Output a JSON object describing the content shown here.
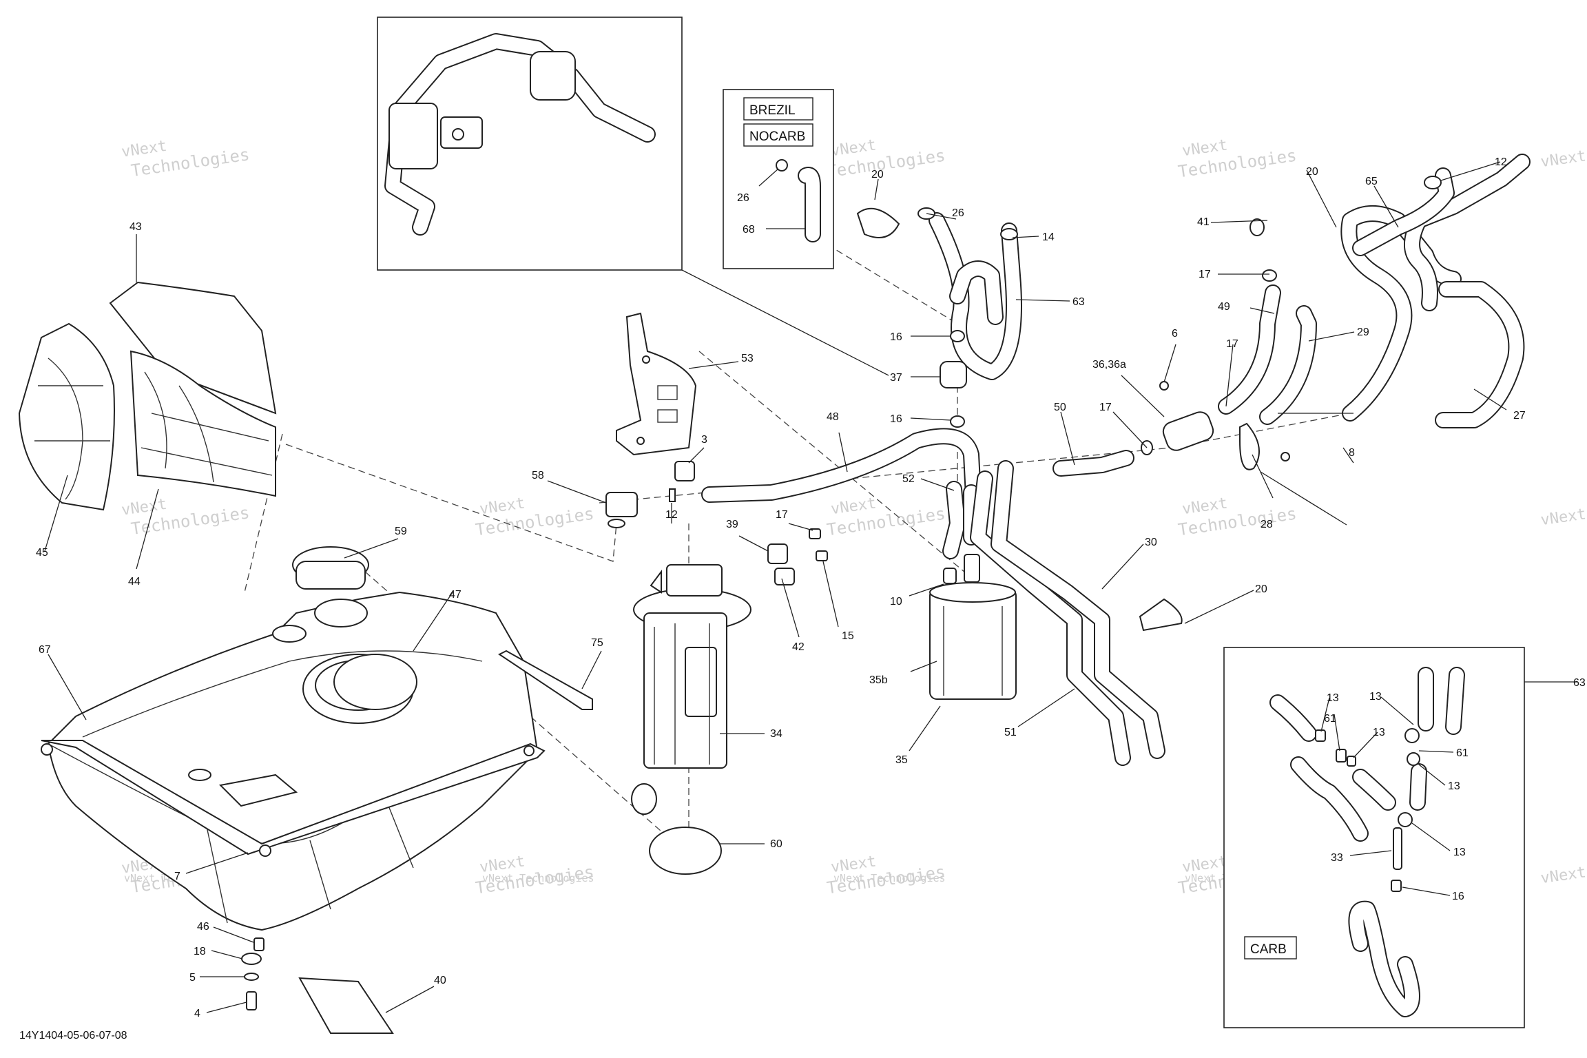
{
  "document_id": "14Y1404-05-06-07-08",
  "watermark": {
    "line1": "vNext",
    "line2": "Technologies",
    "full": "vNext Technologies"
  },
  "boxes": {
    "brezil": "BREZIL",
    "nocarb": "NOCARB",
    "carb": "CARB"
  },
  "callouts": [
    {
      "id": "c43",
      "text": "43"
    },
    {
      "id": "c45",
      "text": "45"
    },
    {
      "id": "c44",
      "text": "44"
    },
    {
      "id": "c67",
      "text": "67"
    },
    {
      "id": "c59",
      "text": "59"
    },
    {
      "id": "c47",
      "text": "47"
    },
    {
      "id": "c58",
      "text": "58"
    },
    {
      "id": "c12a",
      "text": "12"
    },
    {
      "id": "c3",
      "text": "3"
    },
    {
      "id": "c53",
      "text": "53"
    },
    {
      "id": "c48",
      "text": "48"
    },
    {
      "id": "c39",
      "text": "39"
    },
    {
      "id": "c17a",
      "text": "17"
    },
    {
      "id": "c42",
      "text": "42"
    },
    {
      "id": "c15",
      "text": "15"
    },
    {
      "id": "c75",
      "text": "75"
    },
    {
      "id": "c34",
      "text": "34"
    },
    {
      "id": "c60",
      "text": "60"
    },
    {
      "id": "c7",
      "text": "7"
    },
    {
      "id": "c46",
      "text": "46"
    },
    {
      "id": "c18",
      "text": "18"
    },
    {
      "id": "c5",
      "text": "5"
    },
    {
      "id": "c4",
      "text": "4"
    },
    {
      "id": "c40",
      "text": "40"
    },
    {
      "id": "c26a",
      "text": "26"
    },
    {
      "id": "c68",
      "text": "68"
    },
    {
      "id": "c20a",
      "text": "20"
    },
    {
      "id": "c26b",
      "text": "26"
    },
    {
      "id": "c14",
      "text": "14"
    },
    {
      "id": "c63a",
      "text": "63"
    },
    {
      "id": "c16a",
      "text": "16"
    },
    {
      "id": "c37",
      "text": "37"
    },
    {
      "id": "c16b",
      "text": "16"
    },
    {
      "id": "c52",
      "text": "52"
    },
    {
      "id": "c10",
      "text": "10"
    },
    {
      "id": "c35b",
      "text": "35b"
    },
    {
      "id": "c35",
      "text": "35"
    },
    {
      "id": "c51",
      "text": "51"
    },
    {
      "id": "c30",
      "text": "30"
    },
    {
      "id": "c20b",
      "text": "20"
    },
    {
      "id": "c50",
      "text": "50"
    },
    {
      "id": "c17b",
      "text": "17"
    },
    {
      "id": "c3636a",
      "text": "36,36a"
    },
    {
      "id": "c6",
      "text": "6"
    },
    {
      "id": "c17c",
      "text": "17"
    },
    {
      "id": "c41",
      "text": "41"
    },
    {
      "id": "c17d",
      "text": "17"
    },
    {
      "id": "c49",
      "text": "49"
    },
    {
      "id": "c29",
      "text": "29"
    },
    {
      "id": "c28",
      "text": "28"
    },
    {
      "id": "c8",
      "text": "8"
    },
    {
      "id": "c20c",
      "text": "20"
    },
    {
      "id": "c65",
      "text": "65"
    },
    {
      "id": "c12b",
      "text": "12"
    },
    {
      "id": "c27",
      "text": "27"
    },
    {
      "id": "c63b",
      "text": "63"
    },
    {
      "id": "c13a",
      "text": "13"
    },
    {
      "id": "c13b",
      "text": "13"
    },
    {
      "id": "c61a",
      "text": "61"
    },
    {
      "id": "c13c",
      "text": "13"
    },
    {
      "id": "c61b",
      "text": "61"
    },
    {
      "id": "c13d",
      "text": "13"
    },
    {
      "id": "c13e",
      "text": "13"
    },
    {
      "id": "c33",
      "text": "33"
    },
    {
      "id": "c16c",
      "text": "16"
    }
  ]
}
